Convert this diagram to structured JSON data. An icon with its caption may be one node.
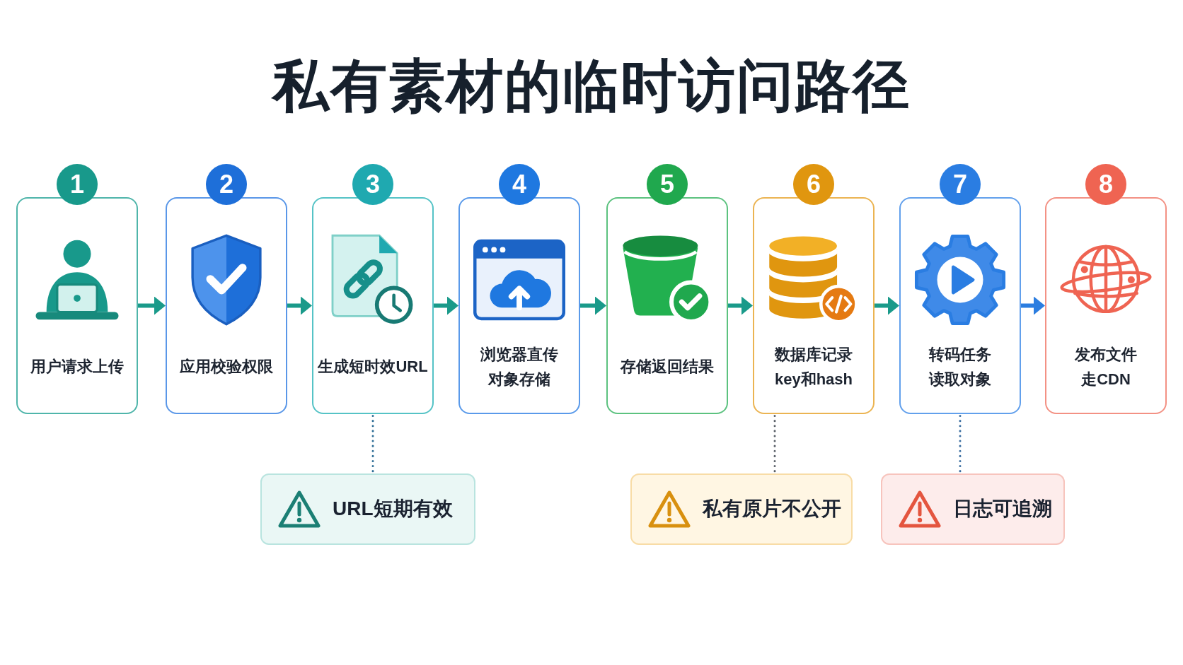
{
  "diagram": {
    "title": "私有素材的临时访问路径",
    "nodes": [
      {
        "text": [
          "1",
          "用户请求上传"
        ]
      },
      {
        "text": [
          "2",
          "应用校验权限"
        ]
      },
      {
        "text": [
          "3",
          "生成短时效URL"
        ]
      },
      {
        "text": [
          "4",
          "浏览器直传对象存储"
        ]
      },
      {
        "text": [
          "5",
          "存储返回结果"
        ]
      },
      {
        "text": [
          "6",
          "数据库记录key和hash"
        ]
      },
      {
        "text": [
          "7",
          "转码任务读取对象"
        ]
      },
      {
        "text": [
          "8",
          "发布文件走CDN"
        ]
      },
      {
        "text": [
          "URL短期有效"
        ]
      },
      {
        "text": [
          "私有原片不公开"
        ]
      },
      {
        "text": [
          "日志可追溯"
        ]
      }
    ],
    "edges": [
      {
        "from": 0,
        "to": 1,
        "arrow": "to"
      },
      {
        "from": 1,
        "to": 2,
        "arrow": "to"
      },
      {
        "from": 2,
        "to": 3,
        "arrow": "to"
      },
      {
        "from": 3,
        "to": 4,
        "arrow": "to"
      },
      {
        "from": 4,
        "to": 5,
        "arrow": "to"
      },
      {
        "from": 5,
        "to": 6,
        "arrow": "to"
      },
      {
        "from": 6,
        "to": 7,
        "arrow": "to",
        "color": "#2b7de0"
      },
      {
        "from": 2,
        "to": 8,
        "arrow": "none",
        "style": "dashed",
        "color": "#2f6e96"
      },
      {
        "from": 5,
        "to": 9,
        "arrow": "none",
        "style": "dashed",
        "color": "#5a6068"
      },
      {
        "from": 6,
        "to": 10,
        "arrow": "none",
        "style": "dashed",
        "color": "#3b6ea0"
      }
    ]
  }
}
